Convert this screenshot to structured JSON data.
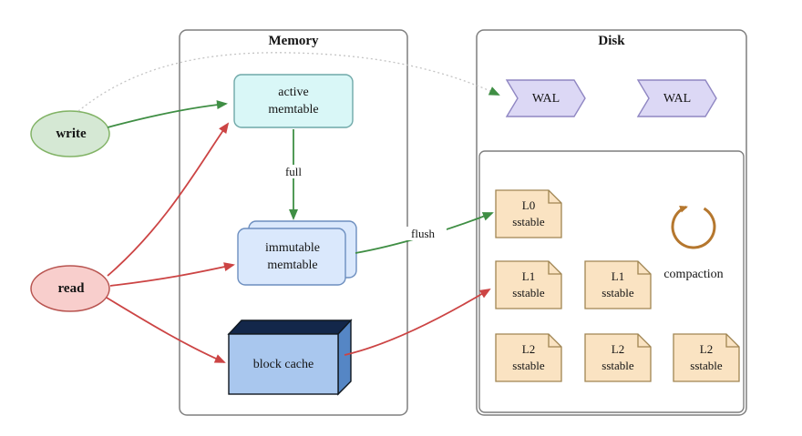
{
  "memory": {
    "title": "Memory",
    "active_memtable": "active memtable",
    "immutable_memtable": "immutable memtable",
    "block_cache": "block cache"
  },
  "disk": {
    "title": "Disk",
    "wal_labels": [
      "WAL",
      "WAL"
    ],
    "sstables": [
      {
        "level": "L0",
        "label": "sstable"
      },
      {
        "level": "L1",
        "label": "sstable"
      },
      {
        "level": "L1",
        "label": "sstable"
      },
      {
        "level": "L2",
        "label": "sstable"
      },
      {
        "level": "L2",
        "label": "sstable"
      },
      {
        "level": "L2",
        "label": "sstable"
      }
    ],
    "compaction_label": "compaction"
  },
  "actors": {
    "write": "write",
    "read": "read"
  },
  "edge_labels": {
    "full": "full",
    "flush": "flush"
  },
  "icons": {
    "compaction_icon": "circular-arrow"
  },
  "colors": {
    "green_arrow": "#3f8e44",
    "red_arrow": "#cc4444",
    "dotted_arrow": "#c4c4c4",
    "box_border": "#7f7f7f",
    "write_fill": "#d5e8d4",
    "write_stroke": "#82b366",
    "read_fill": "#f8cecc",
    "read_stroke": "#b85450",
    "active_memtable_fill": "#d9f7f7",
    "immutable_memtable_fill": "#dae8fc",
    "block_cache_front": "#a9c7ee",
    "block_cache_top": "#13274a",
    "block_cache_side": "#5586c5",
    "wal_fill": "#dcd8f5",
    "sstable_fill": "#fae3c2",
    "compaction_icon_color": "#b5772e"
  }
}
